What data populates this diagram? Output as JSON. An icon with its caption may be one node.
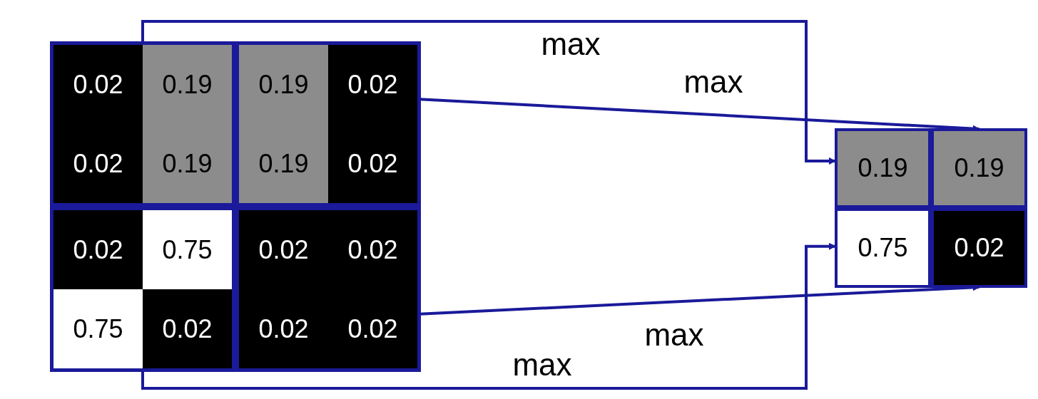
{
  "diagram": {
    "nodes": [
      {
        "text": [],
        "shape": "box"
      },
      {
        "text": [
          "0.02"
        ],
        "in": 0
      },
      {
        "text": [
          "0.19"
        ],
        "in": 0
      },
      {
        "text": [
          "0.02"
        ],
        "in": 0
      },
      {
        "text": [
          "0.19"
        ],
        "in": 0
      },
      {
        "text": [],
        "shape": "box"
      },
      {
        "text": [
          "0.19"
        ],
        "in": 5
      },
      {
        "text": [
          "0.02"
        ],
        "in": 5
      },
      {
        "text": [
          "0.19"
        ],
        "in": 5
      },
      {
        "text": [
          "0.02"
        ],
        "in": 5
      },
      {
        "text": [],
        "shape": "box"
      },
      {
        "text": [
          "0.02"
        ],
        "in": 10
      },
      {
        "text": [
          "0.75"
        ],
        "in": 10
      },
      {
        "text": [
          "0.75"
        ],
        "in": 10
      },
      {
        "text": [
          "0.02"
        ],
        "in": 10
      },
      {
        "text": [],
        "shape": "box"
      },
      {
        "text": [
          "0.02"
        ],
        "in": 15
      },
      {
        "text": [
          "0.02"
        ],
        "in": 15
      },
      {
        "text": [
          "0.02"
        ],
        "in": 15
      },
      {
        "text": [
          "0.02"
        ],
        "in": 15
      },
      {
        "text": [
          "0.19"
        ]
      },
      {
        "text": [
          "0.19"
        ]
      },
      {
        "text": [
          "0.75"
        ]
      },
      {
        "text": [
          "0.02"
        ]
      }
    ],
    "edges": [
      {
        "from": 0,
        "to": 20,
        "arrow": "to",
        "label": "max"
      },
      {
        "from": 5,
        "to": 21,
        "arrow": "to",
        "label": "max"
      },
      {
        "from": 10,
        "to": 22,
        "arrow": "to",
        "label": "max"
      },
      {
        "from": 15,
        "to": 23,
        "arrow": "to",
        "label": "max"
      }
    ]
  }
}
